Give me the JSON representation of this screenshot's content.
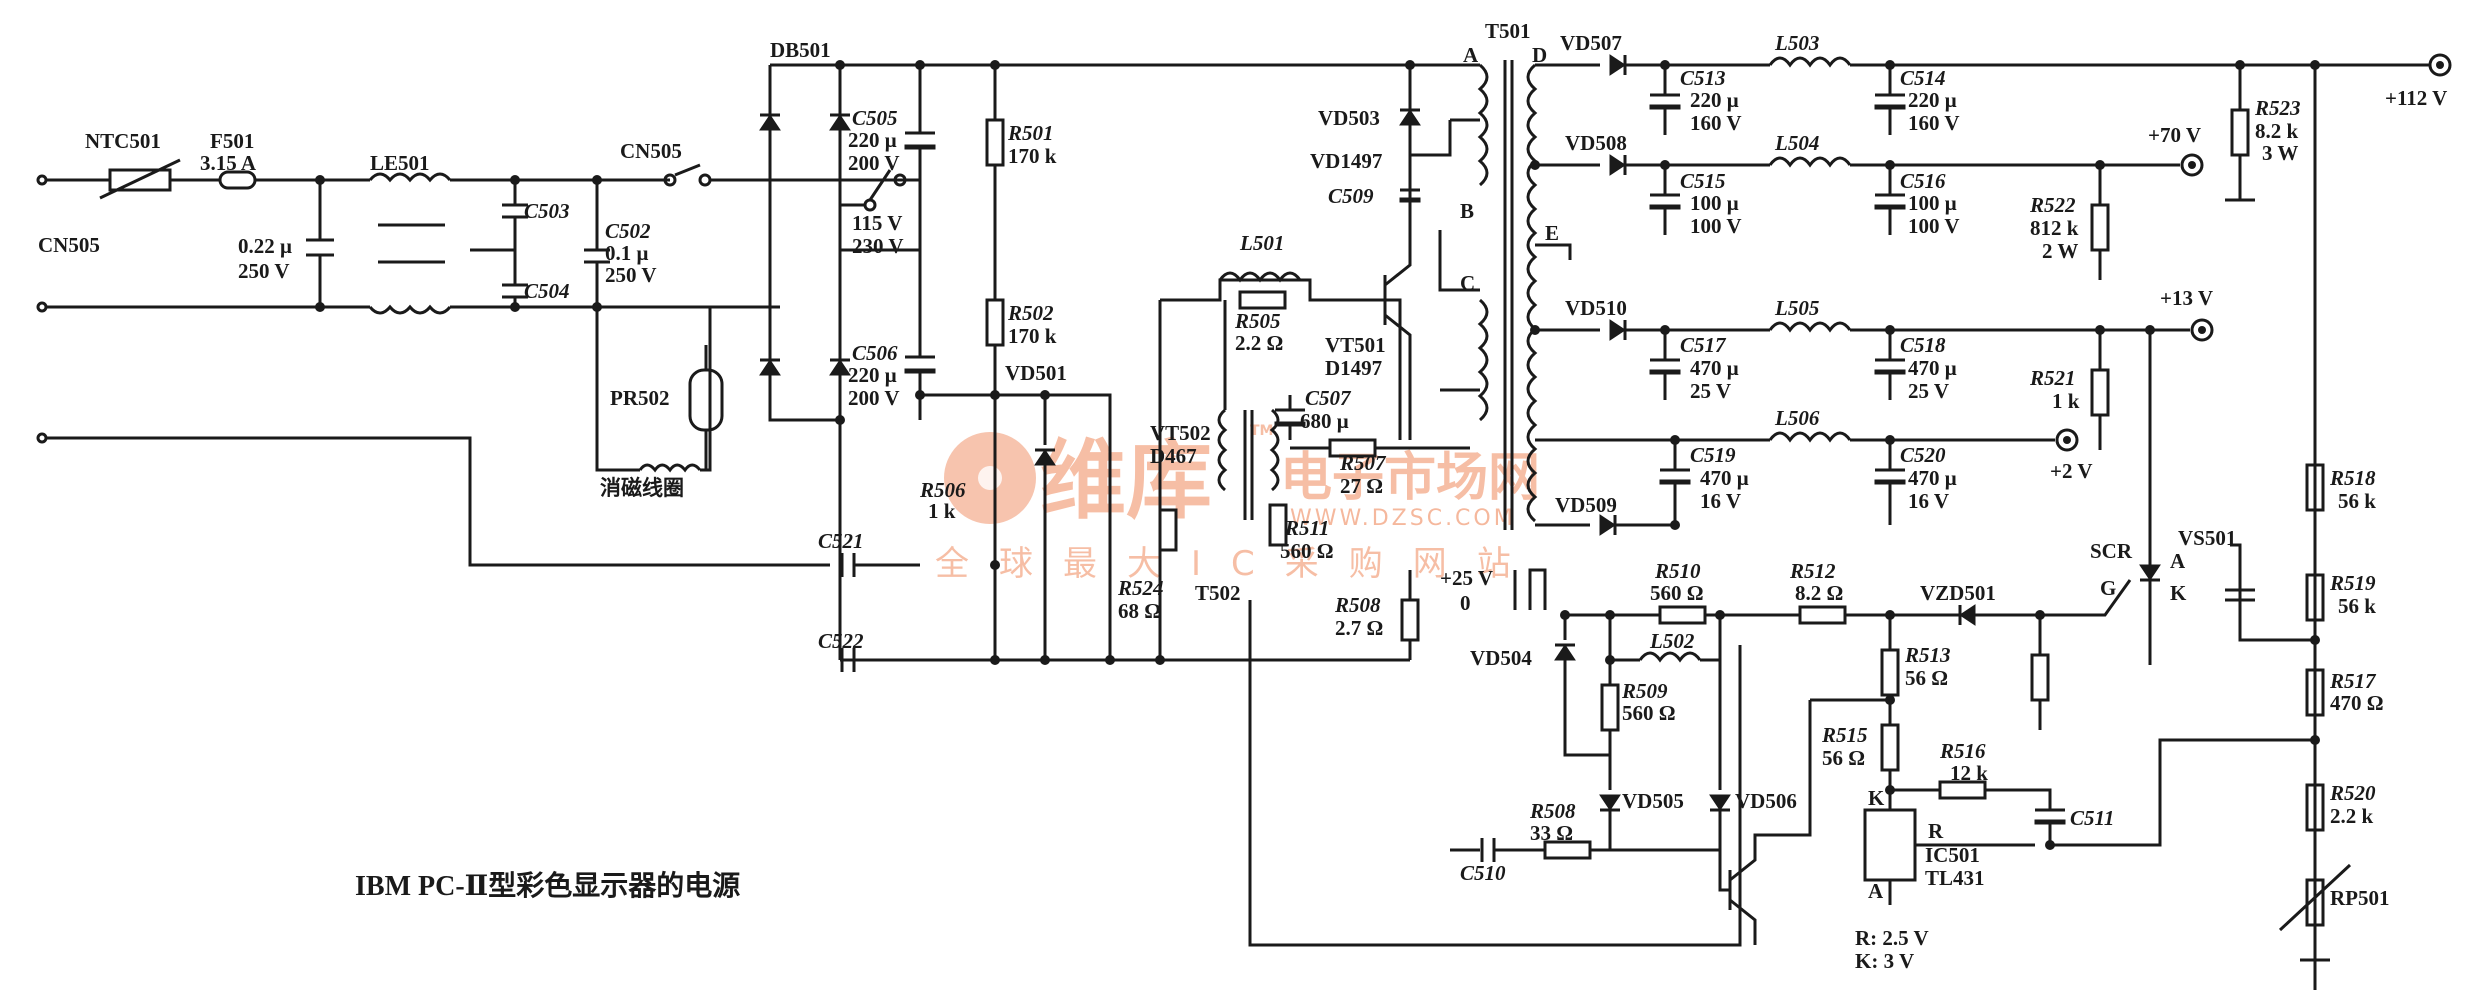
{
  "caption": "IBM PC-Ⅱ型彩色显示器的电源",
  "watermark": {
    "brand": "维库",
    "site": "电子市场网",
    "url": "WWW.DZSC.COM",
    "slogan": "全球最大IC采购网站",
    "tm": "TM",
    "color": "#f08a5d"
  },
  "labels": {
    "ntc501": "NTC501",
    "f501": "F501",
    "f501_val": "3.15 A",
    "cn505_left": "CN505",
    "cap_022": "0.22 μ",
    "cap_022_v": "250 V",
    "le501": "LE501",
    "cn505_top": "CN505",
    "c503": "C503",
    "c504": "C504",
    "c502": "C502",
    "c502_val": "0.1 μ",
    "c502_v": "250 V",
    "pr502": "PR502",
    "degauss": "消磁线圈",
    "db501": "DB501",
    "c505": "C505",
    "c505_val": "220 μ",
    "c505_v": "200 V",
    "sw_115": "115 V",
    "sw_230": "230 V",
    "c506": "C506",
    "c506_val": "220 μ",
    "c506_v": "200 V",
    "r501": "R501",
    "r501_val": "170 k",
    "r502": "R502",
    "r502_val": "170 k",
    "vd501": "VD501",
    "r506": "R506",
    "r506_val": "1 k",
    "c521": "C521",
    "c522": "C522",
    "l501": "L501",
    "r505": "R505",
    "r505_val": "2.2 Ω",
    "vd503": "VD503",
    "vd1497": "VD1497",
    "c509": "C509",
    "vt501": "VT501",
    "d1497": "D1497",
    "c507": "C507",
    "c507_val": "680 μ",
    "vt502": "VT502",
    "d467": "D467",
    "r507": "R507",
    "r507_val": "27 Ω",
    "r511": "R511",
    "r511_val": "560 Ω",
    "r524": "R524",
    "r524_val": "68 Ω",
    "t502": "T502",
    "r508a": "R508",
    "r508a_val": "2.7 Ω",
    "t501": "T501",
    "pin_a": "A",
    "pin_b": "B",
    "pin_c": "C",
    "pin_d": "D",
    "pin_e": "E",
    "plus25": "+25 V",
    "zero": "0",
    "vd507": "VD507",
    "l503": "L503",
    "c513": "C513",
    "c513_val": "220 μ",
    "c513_v": "160 V",
    "c514": "C514",
    "c514_val": "220 μ",
    "c514_v": "160 V",
    "out112": "+112 V",
    "r523": "R523",
    "r523_val": "8.2 k",
    "r523_w": "3 W",
    "vd508": "VD508",
    "l504": "L504",
    "c515": "C515",
    "c515_val": "100 μ",
    "c515_v": "100 V",
    "c516": "C516",
    "c516_val": "100 μ",
    "c516_v": "100 V",
    "out70": "+70 V",
    "r522": "R522",
    "r522_val": "812 k",
    "r522_w": "2 W",
    "vd510": "VD510",
    "l505": "L505",
    "c517": "C517",
    "c517_val": "470 μ",
    "c517_v": "25 V",
    "c518": "C518",
    "c518_val": "470 μ",
    "c518_v": "25 V",
    "out13": "+13 V",
    "r521": "R521",
    "r521_val": "1 k",
    "l506": "L506",
    "c519": "C519",
    "c519_val": "470 μ",
    "c519_v": "16 V",
    "c520": "C520",
    "c520_val": "470 μ",
    "c520_v": "16 V",
    "out2": "+2 V",
    "vd509": "VD509",
    "r510": "R510",
    "r510_val": "560 Ω",
    "r512": "R512",
    "r512_val": "8.2 Ω",
    "vzd501": "VZD501",
    "scr": "SCR",
    "vs501": "VS501",
    "scr_a": "A",
    "scr_g": "G",
    "scr_k": "K",
    "vd504": "VD504",
    "l502": "L502",
    "r509": "R509",
    "r509_val": "560 Ω",
    "r513": "R513",
    "r513_val": "56 Ω",
    "r515": "R515",
    "r515_val": "56 Ω",
    "r516": "R516",
    "r516_val": "12 k",
    "c511": "C511",
    "ic_k": "K",
    "ic_r": "R",
    "ic_a": "A",
    "ic501": "IC501",
    "tl431": "TL431",
    "vd505": "VD505",
    "vd506": "VD506",
    "r508b": "R508",
    "r508b_val": "33 Ω",
    "c510": "C510",
    "r_volt": "R:  2.5 V",
    "k_volt": "K:  3 V",
    "r518": "R518",
    "r518_val": "56 k",
    "r519": "R519",
    "r519_val": "56 k",
    "r517": "R517",
    "r517_val": "470 Ω",
    "r520": "R520",
    "r520_val": "2.2 k",
    "rp501": "RP501"
  }
}
